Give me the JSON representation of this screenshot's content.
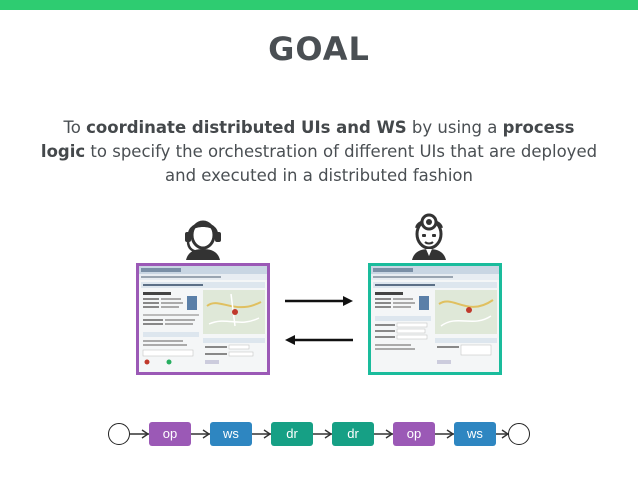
{
  "slide": {
    "title": "GOAL",
    "goal": {
      "intro": "To",
      "bold1": "coordinate distributed UIs and WS",
      "mid1": "by using a",
      "bold2": "process logic",
      "rest": "to specify the orchestration of different UIs that are deployed and executed in a distributed fashion"
    }
  },
  "flow": {
    "nodes": [
      {
        "label": "op",
        "kind": "op"
      },
      {
        "label": "ws",
        "kind": "ws"
      },
      {
        "label": "dr",
        "kind": "dr"
      },
      {
        "label": "dr",
        "kind": "dr"
      },
      {
        "label": "op",
        "kind": "op"
      },
      {
        "label": "ws",
        "kind": "ws"
      }
    ]
  },
  "colors": {
    "accent_bar": "#2ecc71",
    "op": "#9b59b6",
    "ws": "#2e86c1",
    "dr": "#16a085",
    "left_frame": "#9b59b6",
    "right_frame": "#1abc9c"
  },
  "icons": {
    "left_person": "operator-headset-icon",
    "right_person": "doctor-headlamp-icon"
  }
}
